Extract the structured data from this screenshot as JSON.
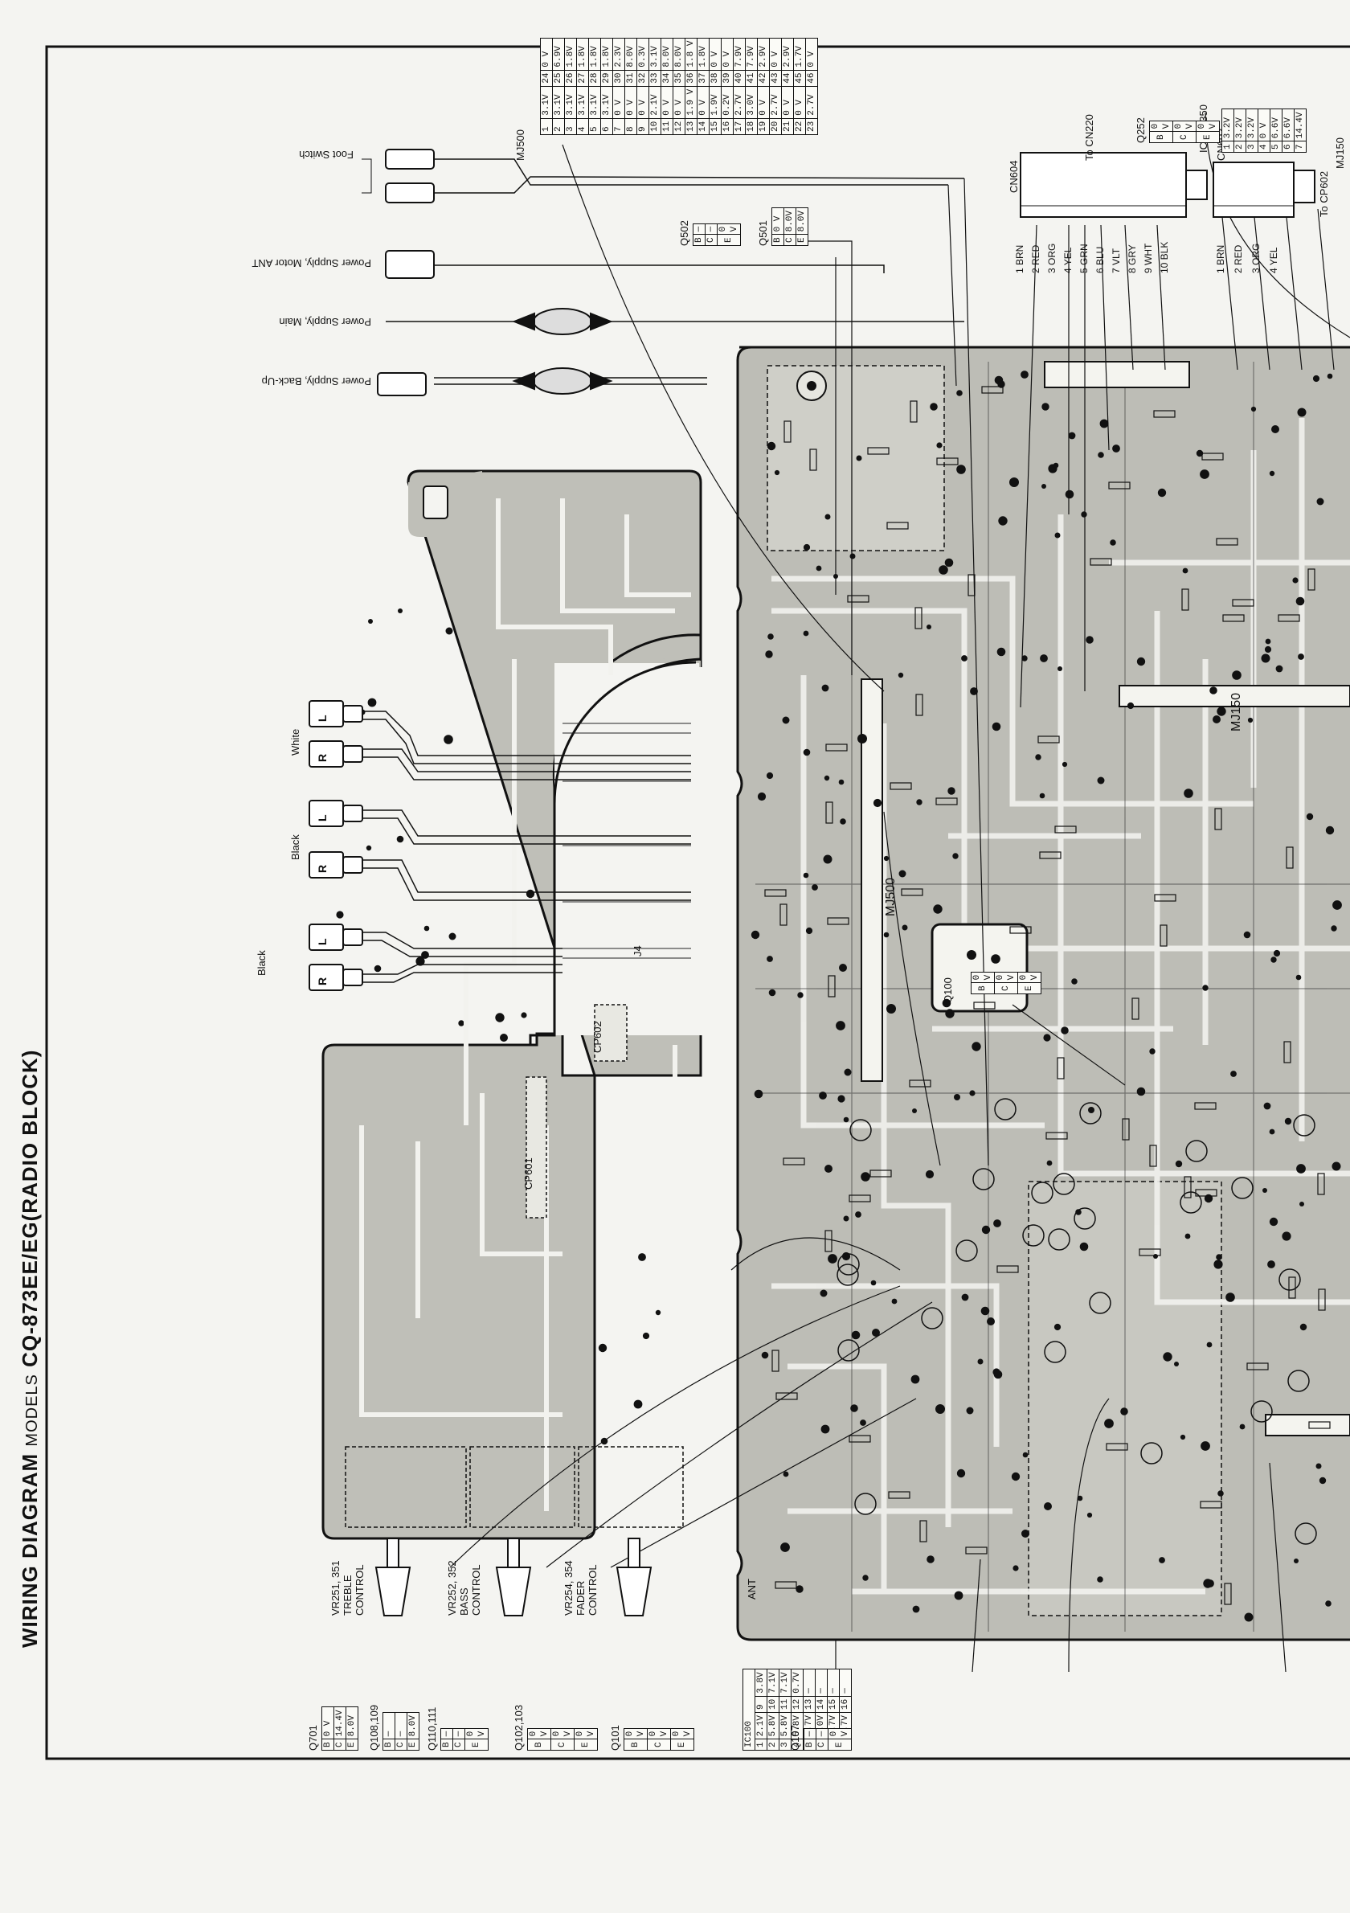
{
  "title": {
    "main": "WIRING DIAGRAM",
    "models_prefix": "MODELS",
    "model": "CQ-873EE/EG(RADIO BLOCK)"
  },
  "connectors_top": [
    {
      "label": "Foot Switch"
    },
    {
      "label": "Power Supply, Motor ANT"
    },
    {
      "label": "Power Supply, Main"
    },
    {
      "label": "Power Supply, Back-Up"
    }
  ],
  "audio_jacks": [
    {
      "group": "White",
      "channels": [
        "L",
        "R"
      ]
    },
    {
      "group": "Black",
      "channels": [
        "L",
        "R"
      ]
    },
    {
      "group": "Black",
      "channels": [
        "L",
        "R"
      ]
    }
  ],
  "controls": [
    {
      "ref": "VR251, 351",
      "name": "TREBLE",
      "function": "CONTROL"
    },
    {
      "ref": "VR252, 352",
      "name": "BASS",
      "function": "CONTROL"
    },
    {
      "ref": "VR254, 354",
      "name": "FADER",
      "function": "CONTROL"
    }
  ],
  "board_labels": {
    "mj500": "MJ500",
    "mj150": "MJ150",
    "cp601": "CP601",
    "cp602": "CP602",
    "q100": "Q100",
    "ant": "ANT",
    "j4": "J4",
    "cn604_ref": "CN604",
    "cn602_ref": "CN602",
    "to_cn220": "To CN220",
    "to_cp602": "To CP602",
    "mj150_top": "MJ150"
  },
  "cn604_wires": [
    {
      "pin": "1",
      "color": "BRN"
    },
    {
      "pin": "2",
      "color": "RED"
    },
    {
      "pin": "3",
      "color": "ORG"
    },
    {
      "pin": "4",
      "color": "YEL"
    },
    {
      "pin": "5",
      "color": "GRN"
    },
    {
      "pin": "6",
      "color": "BLU"
    },
    {
      "pin": "7",
      "color": "VLT"
    },
    {
      "pin": "8",
      "color": "GRY"
    },
    {
      "pin": "9",
      "color": "WHT"
    },
    {
      "pin": "10",
      "color": "BLK"
    }
  ],
  "cn602_wires": [
    {
      "pin": "1",
      "color": "BRN"
    },
    {
      "pin": "2",
      "color": "RED"
    },
    {
      "pin": "3",
      "color": "ORG"
    },
    {
      "pin": "4",
      "color": "YEL"
    }
  ],
  "mj500_table": {
    "title": "MJ500",
    "rows": [
      [
        "1",
        "3.1V",
        "24",
        "0 V"
      ],
      [
        "2",
        "3.1V",
        "25",
        "6.9V"
      ],
      [
        "3",
        "3.1V",
        "26",
        "1.8V"
      ],
      [
        "4",
        "3.1V",
        "27",
        "1.8V"
      ],
      [
        "5",
        "3.1V",
        "28",
        "1.8V"
      ],
      [
        "6",
        "3.1V",
        "29",
        "1.8V"
      ],
      [
        "7",
        "0 V",
        "30",
        "2.3V"
      ],
      [
        "8",
        "0 V",
        "31",
        "8.0V"
      ],
      [
        "9",
        "0 V",
        "32",
        "0.3V"
      ],
      [
        "10",
        "2.1V",
        "33",
        "3.1V"
      ],
      [
        "11",
        "0 V",
        "34",
        "8.0V"
      ],
      [
        "12",
        "0 V",
        "35",
        "8.0V"
      ],
      [
        "13",
        "1.9 V",
        "36",
        "1.8 V"
      ],
      [
        "14",
        "0 V",
        "37",
        "1.8V"
      ],
      [
        "15",
        "1.9V",
        "38",
        "0 V"
      ],
      [
        "16",
        "0.2V",
        "39",
        "0 V"
      ],
      [
        "17",
        "2.7V",
        "40",
        "7.9V"
      ],
      [
        "18",
        "3.0V",
        "41",
        "7.9V"
      ],
      [
        "19",
        "0 V",
        "42",
        "2.9V"
      ],
      [
        "20",
        "2.7V",
        "43",
        "0 V"
      ],
      [
        "21",
        "0 V",
        "44",
        "2.9V"
      ],
      [
        "22",
        "0 V",
        "45",
        "1.7V"
      ],
      [
        "23",
        "2.7V",
        "46",
        "0 V"
      ]
    ]
  },
  "ic100_table": {
    "title": "IC100",
    "rows": [
      [
        "1",
        "2.1V",
        "9",
        "3.8V"
      ],
      [
        "2",
        "5.8V",
        "10",
        "7.1V"
      ],
      [
        "3",
        "5.8V",
        "11",
        "7.1V"
      ],
      [
        "4",
        "5.8V",
        "12",
        "0.7V"
      ],
      [
        "5",
        "6.7V",
        "13",
        "—"
      ],
      [
        "6",
        "2.0V",
        "14",
        "—"
      ],
      [
        "7",
        "6.7V",
        "15",
        "—"
      ],
      [
        "8",
        "6.7V",
        "16",
        "—"
      ]
    ]
  },
  "transistor_tables": [
    {
      "ref": "Q502",
      "rows": [
        [
          "B",
          "—"
        ],
        [
          "C",
          "—"
        ],
        [
          "E",
          "0 V"
        ]
      ]
    },
    {
      "ref": "Q501",
      "rows": [
        [
          "B",
          "0 V"
        ],
        [
          "C",
          "8.0V"
        ],
        [
          "E",
          "8.0V"
        ]
      ]
    },
    {
      "ref": "Q252",
      "rows": [
        [
          "B",
          "0 V"
        ],
        [
          "C",
          "0 V"
        ],
        [
          "E",
          "0 V"
        ]
      ]
    },
    {
      "ref": "Q100",
      "rows": [
        [
          "B",
          "0 V"
        ],
        [
          "C",
          "0 V"
        ],
        [
          "E",
          "0 V"
        ]
      ]
    },
    {
      "ref": "Q701",
      "rows": [
        [
          "B",
          "0 V"
        ],
        [
          "C",
          "14.4V"
        ],
        [
          "E",
          "8.0V"
        ]
      ]
    },
    {
      "ref": "Q108,109",
      "rows": [
        [
          "B",
          "—"
        ],
        [
          "C",
          "—"
        ],
        [
          "E",
          "8.0V"
        ]
      ]
    },
    {
      "ref": "Q110,111",
      "rows": [
        [
          "B",
          "—"
        ],
        [
          "C",
          "—"
        ],
        [
          "E",
          "0 V"
        ]
      ]
    },
    {
      "ref": "Q102,103",
      "rows": [
        [
          "B",
          "0 V"
        ],
        [
          "C",
          "0 V"
        ],
        [
          "E",
          "0 V"
        ]
      ]
    },
    {
      "ref": "Q101",
      "rows": [
        [
          "B",
          "0 V"
        ],
        [
          "C",
          "0 V"
        ],
        [
          "E",
          "0 V"
        ]
      ]
    },
    {
      "ref": "Q107",
      "rows": [
        [
          "B",
          "—"
        ],
        [
          "C",
          "—"
        ],
        [
          "E",
          "0 V"
        ]
      ]
    }
  ],
  "ic250_table": {
    "title": "IC250,350",
    "rows": [
      [
        "1",
        "3.2V"
      ],
      [
        "2",
        "3.2V"
      ],
      [
        "3",
        "3.2V"
      ],
      [
        "4",
        "0 V"
      ],
      [
        "5",
        "6.6V"
      ],
      [
        "6",
        "6.6V"
      ],
      [
        "7",
        "14.4V"
      ]
    ]
  }
}
